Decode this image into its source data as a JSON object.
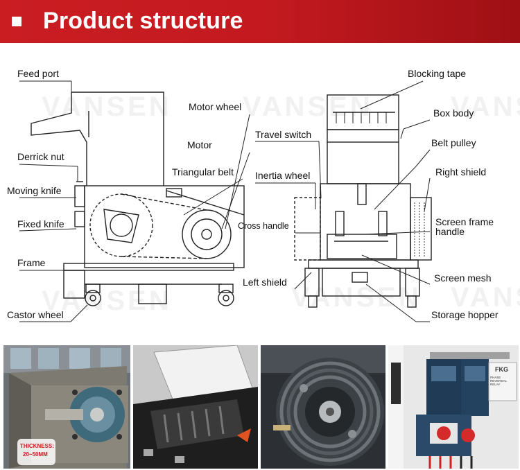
{
  "header": {
    "title": "Product structure",
    "accent": "#c91d22"
  },
  "watermark": "VANSEN",
  "labels": {
    "feed_port": "Feed port",
    "motor_wheel": "Motor wheel",
    "motor": "Motor",
    "derrick_nut": "Derrick nut",
    "triangular_belt": "Triangular belt",
    "moving_knife": "Moving knife",
    "fixed_knife": "Fixed knife",
    "frame": "Frame",
    "castor_wheel": "Castor wheel",
    "blocking_tape": "Blocking tape",
    "box_body": "Box body",
    "travel_switch": "Travel switch",
    "belt_pulley": "Belt pulley",
    "inertia_wheel": "Inertia wheel",
    "right_shield": "Right shield",
    "cross_handle": "Cross handle",
    "screen_frame_handle_1": "Screen frame",
    "screen_frame_handle_2": "handle",
    "left_shield": "Left shield",
    "screen_mesh": "Screen mesh",
    "storage_hopper": "Storage hopper"
  },
  "photos": {
    "thickness_label": "THICKNESS:",
    "thickness_value": "20~50MM",
    "relay_brand": "FKG",
    "relay_text": "PHASE REVERSAL RELAY"
  }
}
